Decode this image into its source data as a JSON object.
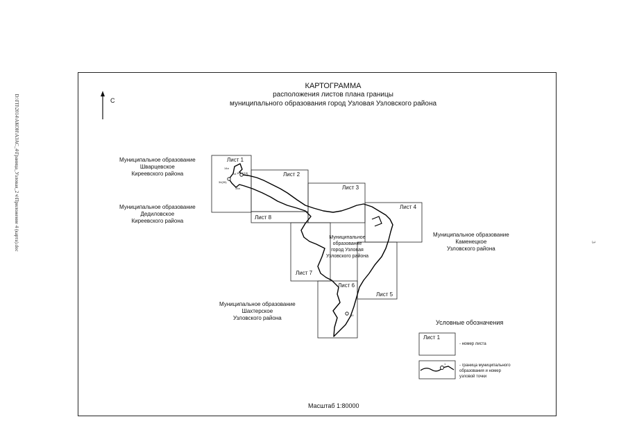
{
  "side_text": {
    "file_path": "D:\\ГП\\2014\\АКОН\\АЗАС_4\\Граница_Узловая_2 ч\\Приложение 4 (карта).doc",
    "page_number": "3"
  },
  "title": {
    "line1": "КАРТОГРАММА",
    "line2": "расположения листов плана границы",
    "line3": "муниципального образования город Узловая Узловского района"
  },
  "north_label": "С",
  "regions": {
    "shvartsevskoe": "Муниципальное образование\nШварцевское\nКиреевского района",
    "dedilovskoe": "Муниципальное образование\nДедиловское\nКиреевского района",
    "kamenetskoe": "Муниципальное образование\nКаменецкое\nУзловского района",
    "shakhterskoe": "Муниципальное образование\nШахтерское\nУзловского района",
    "uzlovaya": "Муниципальное\nобразование\nгород Узловая\nУзловского района"
  },
  "sheets": [
    "Лист 1",
    "Лист 2",
    "Лист 3",
    "Лист 4",
    "Лист 5",
    "Лист 6",
    "Лист 7",
    "Лист 8"
  ],
  "points": [
    "14а",
    "14",
    "15",
    "2(15)",
    "34(35)",
    "35а",
    "80"
  ],
  "legend": {
    "title": "Условные обозначения",
    "sheet_sample": "Лист 1",
    "sheet_desc": "- номер листа",
    "boundary_desc": "- граница муниципального\nобразования и номер\nузловой точки",
    "boundary_point": "1"
  },
  "scale": "Масштаб 1:80000"
}
